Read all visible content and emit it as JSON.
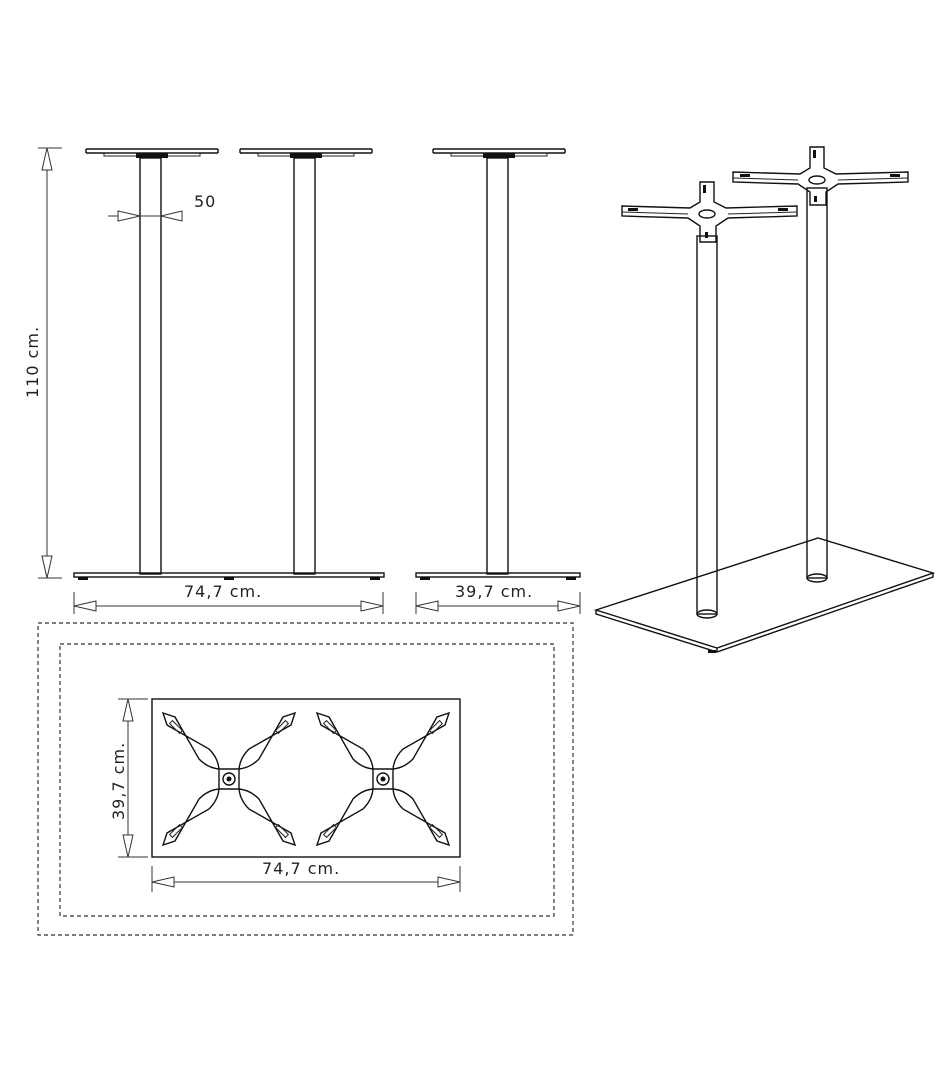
{
  "dimensions": {
    "height": "110 cm.",
    "column_diameter": "50",
    "front_width": "74,7 cm.",
    "side_depth": "39,7 cm.",
    "plan_depth": "39,7 cm.",
    "plan_width": "74,7 cm."
  },
  "colors": {
    "line": "#111111",
    "background": "#ffffff"
  }
}
